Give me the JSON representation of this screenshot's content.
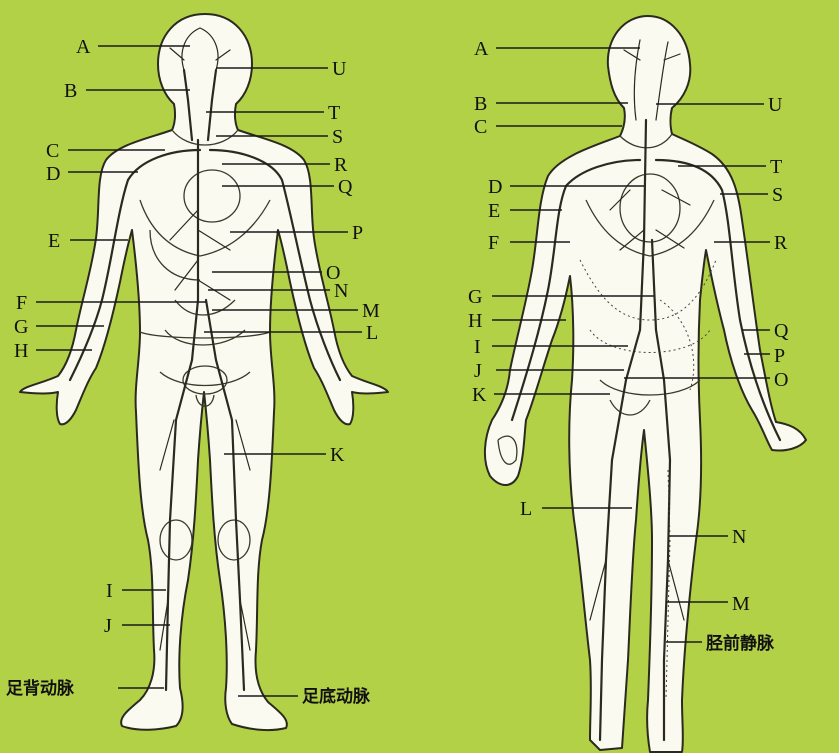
{
  "figure_left": {
    "labels": [
      "A",
      "B",
      "C",
      "D",
      "E",
      "F",
      "G",
      "H",
      "I",
      "J",
      "K",
      "L",
      "M",
      "N",
      "O",
      "P",
      "Q",
      "R",
      "S",
      "T",
      "U"
    ],
    "foot_labels": {
      "dorsal_artery": "足背动脉",
      "plantar_artery": "足底动脉"
    }
  },
  "figure_right": {
    "labels": [
      "A",
      "B",
      "C",
      "D",
      "E",
      "F",
      "G",
      "H",
      "I",
      "J",
      "K",
      "L",
      "M",
      "N",
      "O",
      "P",
      "Q",
      "R",
      "S",
      "T",
      "U"
    ],
    "leg_label": "胫前静脉"
  },
  "colors": {
    "background": "#b3d147",
    "body_fill": "#fbfaf0",
    "line": "#2a2a1e"
  }
}
